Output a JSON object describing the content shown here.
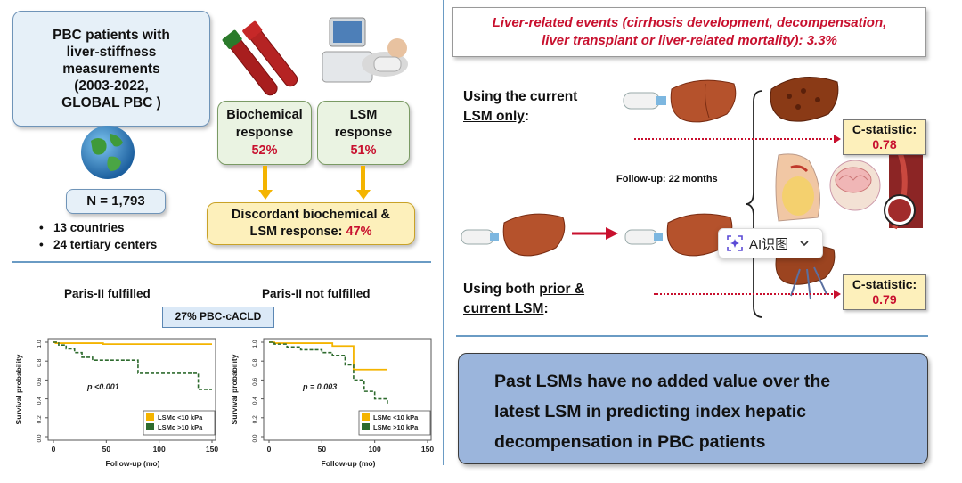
{
  "left_top": {
    "patients_box": "PBC patients with\nliver-stiffness\nmeasurements\n(2003-2022,\nGLOBAL PBC )",
    "n_label": "N = 1,793",
    "bullets": [
      "13 countries",
      "24 tertiary centers"
    ],
    "biochemical": {
      "label": "Biochemical\nresponse",
      "value": "52%"
    },
    "lsm": {
      "label": "LSM\nresponse",
      "value": "51%"
    },
    "discordant": {
      "label": "Discordant biochemical &\nLSM response: ",
      "value": "47%"
    }
  },
  "left_bottom": {
    "col_left_title": "Paris-II fulfilled",
    "col_right_title": "Paris-II not fulfilled",
    "cacld_label": "27% PBC-cACLD"
  },
  "chart_data": [
    {
      "type": "line",
      "title": "Paris-II fulfilled",
      "xlabel": "Follow-up (mo)",
      "ylabel": "Survival probability",
      "xlim": [
        0,
        150
      ],
      "ylim": [
        0,
        1
      ],
      "xticks": [
        "0",
        "50",
        "100",
        "150"
      ],
      "yticks": [
        "0.0",
        "0.2",
        "0.4",
        "0.6",
        "0.8",
        "1.0"
      ],
      "annotation": "p <0.001",
      "legend_position": "bottom-right",
      "series": [
        {
          "name": "LSMc <10 kPa",
          "color": "#f4b400",
          "dash": false,
          "x": [
            0,
            2,
            47,
            150
          ],
          "y": [
            1.0,
            0.99,
            0.98,
            0.98
          ]
        },
        {
          "name": "LSMc >10 kPa",
          "color": "#2e6b2e",
          "dash": true,
          "x": [
            0,
            5,
            12,
            20,
            27,
            37,
            80,
            115,
            137,
            150
          ],
          "y": [
            1.0,
            0.97,
            0.93,
            0.89,
            0.84,
            0.81,
            0.67,
            0.67,
            0.5,
            0.5
          ]
        }
      ]
    },
    {
      "type": "line",
      "title": "Paris-II not fulfilled",
      "xlabel": "Follow-up (mo)",
      "ylabel": "Survival probability",
      "xlim": [
        0,
        150
      ],
      "ylim": [
        0,
        1
      ],
      "xticks": [
        "0",
        "50",
        "100",
        "150"
      ],
      "yticks": [
        "0.0",
        "0.2",
        "0.4",
        "0.6",
        "0.8",
        "1.0"
      ],
      "annotation": "p = 0.003",
      "legend_position": "bottom-right",
      "series": [
        {
          "name": "LSMc <10 kPa",
          "color": "#f4b400",
          "dash": false,
          "x": [
            0,
            5,
            60,
            80,
            112
          ],
          "y": [
            1.0,
            0.99,
            0.96,
            0.71,
            0.71
          ]
        },
        {
          "name": "LSMc >10 kPa",
          "color": "#2e6b2e",
          "dash": true,
          "x": [
            0,
            5,
            17,
            30,
            50,
            60,
            72,
            80,
            90,
            100,
            112
          ],
          "y": [
            1.0,
            0.98,
            0.95,
            0.92,
            0.89,
            0.86,
            0.76,
            0.6,
            0.48,
            0.4,
            0.35
          ]
        }
      ]
    }
  ],
  "right": {
    "events_box": "Liver-related events (cirrhosis development, decompensation,\nliver transplant or liver-related mortality): 3.3%",
    "using_current": {
      "prefix": "Using the ",
      "underlined": "current\nLSM only",
      "suffix": ":"
    },
    "using_both": {
      "prefix": "Using both ",
      "underlined": "prior &\ncurrent LSM",
      "suffix": ":"
    },
    "followup": "Follow-up: 22 months",
    "cstat_current": {
      "label": "C-statistic:",
      "value": "0.78"
    },
    "cstat_both": {
      "label": "C-statistic:",
      "value": "0.79"
    },
    "ai_chip_label": "AI识图",
    "conclusion": "Past LSMs have no added value over the\nlatest LSM in predicting index hepatic\ndecompensation in PBC patients"
  },
  "colors": {
    "accent_red": "#c8102e",
    "arrow_yellow": "#f4b400",
    "blue_box": "#e6f0f8",
    "green_box": "#eaf3e2",
    "yellow_box": "#fdf0bb",
    "conclusion_bg": "#9bb5dc",
    "divider": "#6a9bc4"
  },
  "icons": [
    "blood-tubes-icon",
    "fibroscan-icon",
    "globe-icon",
    "liver-icon",
    "liver-probe-icon",
    "cirrhotic-liver-icon",
    "abdomen-ascites-icon",
    "brain-icon",
    "varices-icon",
    "red-arrow-icon",
    "ai-sparkle-icon",
    "chevron-down-icon"
  ]
}
